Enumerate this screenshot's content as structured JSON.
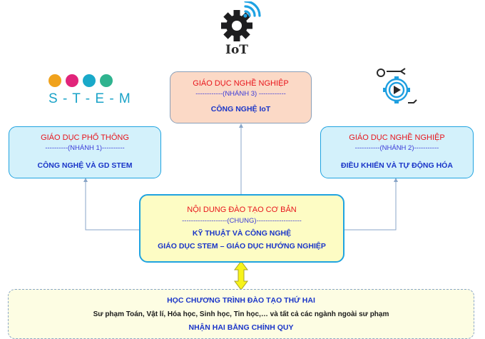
{
  "iot": {
    "label": "IoT"
  },
  "stem": {
    "logo_text": "S - T - E - M"
  },
  "branch3": {
    "title": "GIÁO DỤC NGHỀ NGHIỆP",
    "tag": "------------(NHÁNH 3) ------------",
    "subject": "CÔNG NGHỆ IoT"
  },
  "branch1": {
    "title": "GIÁO DỤC PHỔ THÔNG",
    "tag": "----------(NHÁNH 1)----------",
    "subject": "CÔNG NGHỆ VÀ GD STEM"
  },
  "branch2": {
    "title": "GIÁO DỤC NGHỀ NGHIỆP",
    "tag": "-----------(NHÁNH 2)-----------",
    "subject": "ĐIỀU KHIỂN VÀ TỰ ĐỘNG HÓA"
  },
  "core": {
    "title": "NỘI DUNG ĐÀO TẠO CƠ BẢN",
    "tag": "--------------------(CHUNG)--------------------",
    "line1": "KỸ THUẬT VÀ CÔNG NGHỆ",
    "line2": "GIÁO DỤC STEM – GIÁO DỤC HƯỚNG NGHIỆP"
  },
  "second": {
    "title": "HỌC CHƯƠNG TRÌNH ĐÀO TẠO THỨ HAI",
    "desc": "Sư phạm Toán, Vật lí, Hóa học, Sinh học, Tin học,… và tất cả các ngành ngoài sư phạm",
    "footer": "NHẬN HAI BẰNG CHÍNH QUY"
  },
  "colors": {
    "accent_blue": "#1fa3e0",
    "red": "#e8141b",
    "title_blue": "#1a35c8"
  }
}
